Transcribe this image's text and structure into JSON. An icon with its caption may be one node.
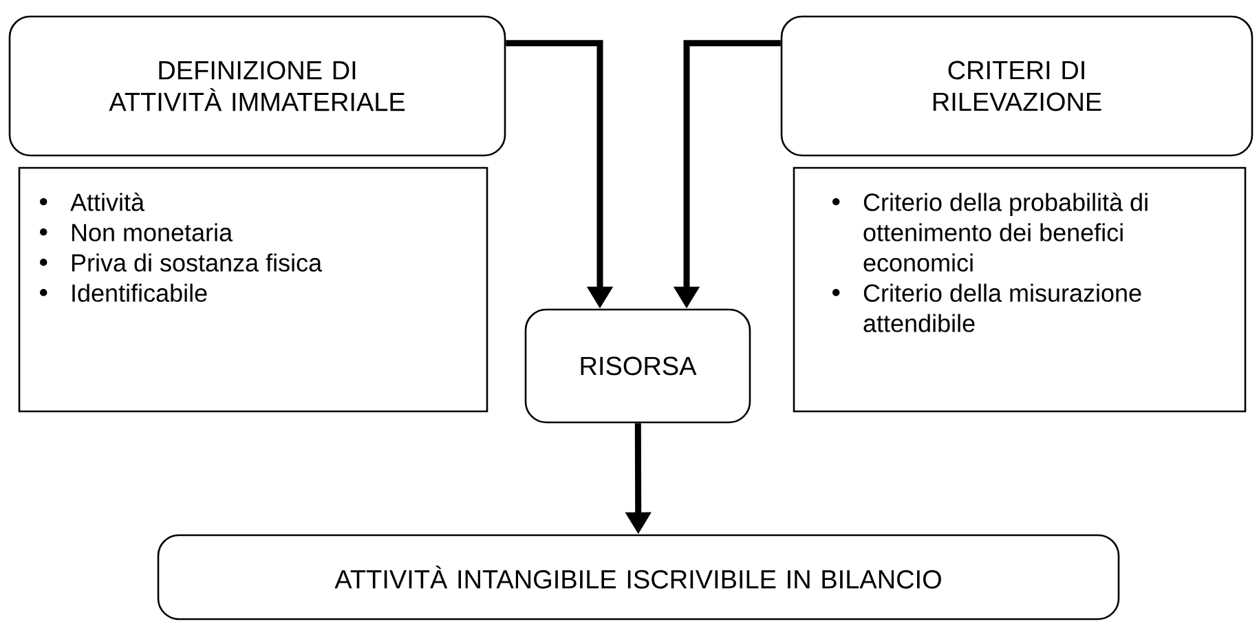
{
  "diagram": {
    "nodes": [
      {
        "text": [
          "DEFINIZIONE DI ATTIVITÀ IMMATERIALE"
        ]
      },
      {
        "text": [
          "Attività",
          "Non monetaria",
          "Priva di sostanza fisica",
          "Identificabile"
        ]
      },
      {
        "text": [
          "CRITERI DI RILEVAZIONE"
        ]
      },
      {
        "text": [
          "Criterio della probabilità di ottenimento dei benefici economici",
          "Criterio della misurazione attendibile"
        ]
      },
      {
        "text": [
          "RISORSA"
        ]
      },
      {
        "text": [
          "ATTIVITÀ INTANGIBILE ISCRIVIBILE IN BILANCIO"
        ]
      }
    ],
    "edges": [
      {
        "from": 0,
        "to": 4,
        "arrow": "to"
      },
      {
        "from": 2,
        "to": 4,
        "arrow": "to"
      },
      {
        "from": 4,
        "to": 5,
        "arrow": "to"
      }
    ]
  }
}
